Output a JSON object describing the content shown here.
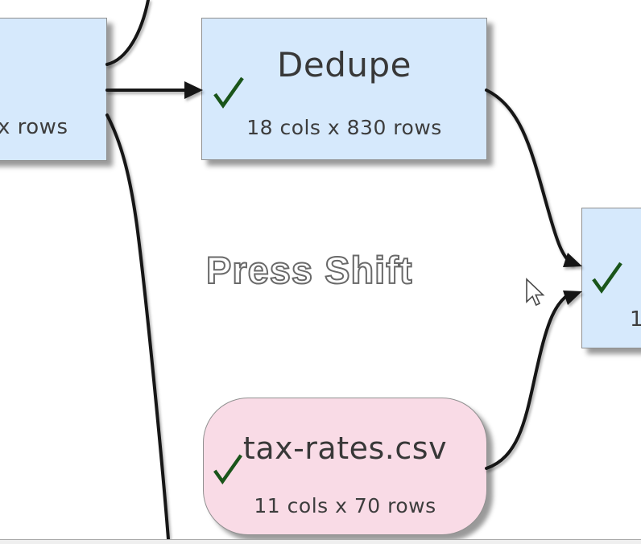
{
  "watermark": {
    "label": "Press Shift"
  },
  "nodes": {
    "left": {
      "stats_fragment": "x rows"
    },
    "dedupe": {
      "title": "Dedupe",
      "stats": "18 cols x 830 rows"
    },
    "taxrates": {
      "title": "tax-rates.csv",
      "stats": "11 cols x 70 rows"
    },
    "right": {
      "stats_fragment": "1"
    }
  },
  "icons": {
    "checkmark": "check-icon (dark green tick, node status ok)",
    "cursor": "mouse-pointer-icon"
  },
  "colors": {
    "node_blue": "#d6e9fc",
    "node_pink": "#f9dbe6",
    "node_border": "#909090",
    "check_green": "#1a551a",
    "connector": "#161616",
    "text": "#3d3d3d",
    "watermark_outline": "#696969",
    "bottom_edge_fill": "#efefef"
  }
}
